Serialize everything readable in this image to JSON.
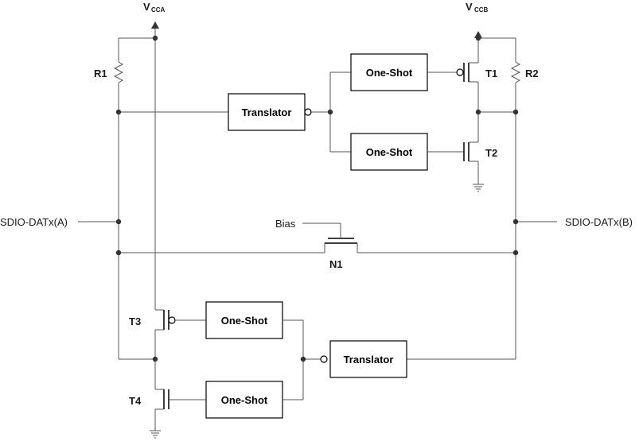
{
  "supplies": {
    "vcca": {
      "main": "V",
      "sub": "CCA"
    },
    "vccb": {
      "main": "V",
      "sub": "CCB"
    }
  },
  "resistors": {
    "r1": "R1",
    "r2": "R2"
  },
  "transistors": {
    "t1": "T1",
    "t2": "T2",
    "t3": "T3",
    "t4": "T4",
    "n1": "N1"
  },
  "blocks": {
    "translator_top": "Translator",
    "translator_bottom": "Translator",
    "oneshot_t1": "One-Shot",
    "oneshot_t2": "One-Shot",
    "oneshot_t3": "One-Shot",
    "oneshot_t4": "One-Shot"
  },
  "signals": {
    "port_a": "SDIO-DATx(A)",
    "port_b": "SDIO-DATx(B)",
    "bias": "Bias"
  }
}
